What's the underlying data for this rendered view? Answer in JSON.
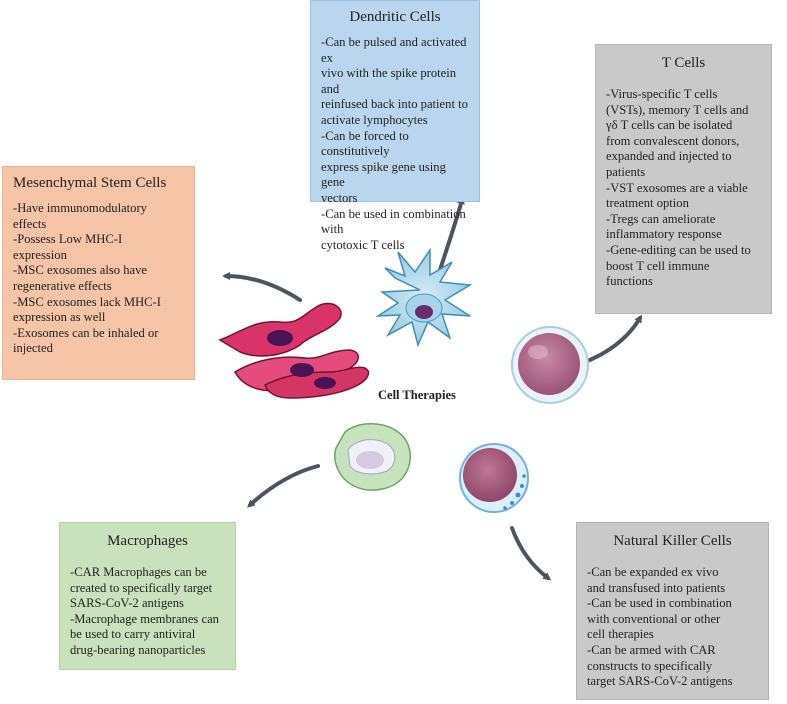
{
  "center_label": "Cell Therapies",
  "dendritic": {
    "title": "Dendritic Cells",
    "lines": [
      "-Can be pulsed and activated ex",
      "vivo with the spike protein and",
      "reinfused back into patient to",
      "activate lymphocytes",
      "-Can be forced to constitutively",
      "express spike gene using gene",
      "vectors",
      "-Can be used in combination with",
      "cytotoxic T cells"
    ]
  },
  "tcells": {
    "title": "T Cells",
    "lines": [
      "-Virus-specific T cells",
      "(VSTs), memory T cells and",
      "γδ T cells can be isolated",
      "from convalescent donors,",
      "expanded and injected to",
      "patients",
      "-VST exosomes are a viable",
      "treatment option",
      "-Tregs can ameliorate",
      "inflammatory response",
      "-Gene-editing can be used to",
      "boost T cell immune",
      "functions"
    ]
  },
  "msc": {
    "title": "Mesenchymal Stem Cells",
    "lines": [
      "-Have immunomodulatory",
      "effects",
      "-Possess Low MHC-I",
      "expression",
      "-MSC exosomes also have",
      "regenerative effects",
      "-MSC exosomes lack MHC-I",
      "expression as well",
      "-Exosomes can be inhaled or",
      "injected"
    ]
  },
  "macrophages": {
    "title": "Macrophages",
    "lines": [
      "-CAR Macrophages can be",
      "created to specifically target",
      "SARS-CoV-2 antigens",
      "-Macrophage membranes can",
      "be used to carry antiviral",
      "drug-bearing nanoparticles"
    ]
  },
  "nk": {
    "title": "Natural Killer Cells",
    "lines": [
      "-Can be expanded ex vivo",
      "and transfused into patients",
      "-Can be used in combination",
      "with conventional or other",
      "cell therapies",
      "-Can be armed with CAR",
      "constructs to specifically",
      "target SARS-CoV-2 antigens"
    ]
  },
  "colors": {
    "dendritic_box": "#b9d6ee",
    "tcell_box": "#c9c9c9",
    "msc_box": "#f6c4a6",
    "macrophage_box": "#c9e1bc",
    "nk_box": "#c9c9c9",
    "arrow": "#4a5560"
  }
}
